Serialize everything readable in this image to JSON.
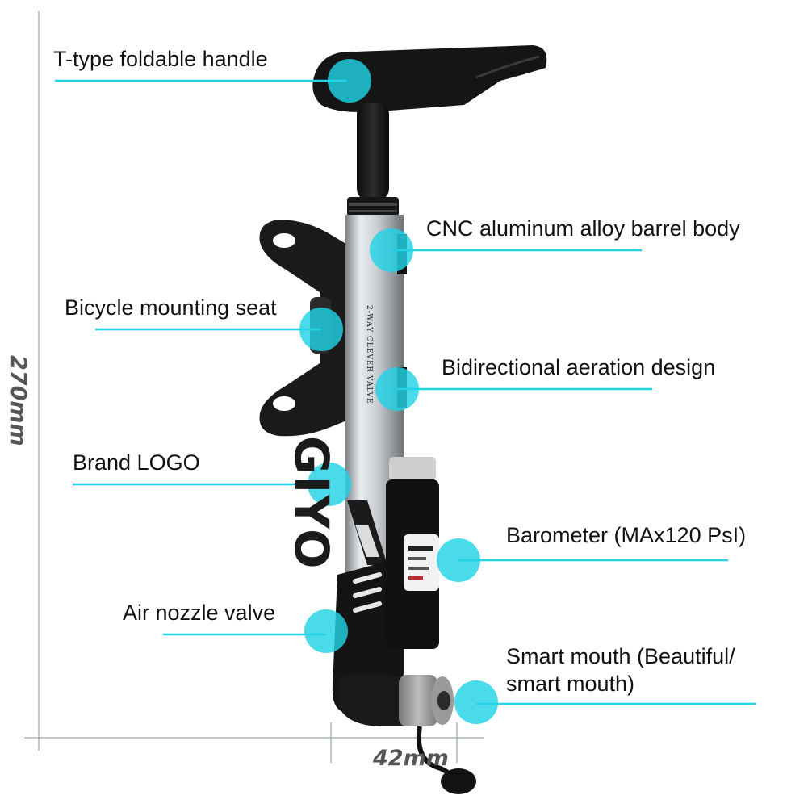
{
  "callouts": {
    "handle": "T-type foldable handle",
    "barrel": "CNC aluminum alloy barrel body",
    "mount": "Bicycle mounting seat",
    "aeration": "Bidirectional aeration design",
    "logo": "Brand LOGO",
    "barometer": "Barometer (MAx120 PsI)",
    "nozzle": "Air nozzle valve",
    "mouth_line1": "Smart mouth (Beautiful/",
    "mouth_line2": "smart mouth)"
  },
  "dimensions": {
    "height": "270mm",
    "width": "42mm"
  },
  "product": {
    "brand": "GIYO",
    "tagline": "2-WAY CLEVER VALVE"
  },
  "colors": {
    "accent": "#22d3e6",
    "guide": "#9aa4ad"
  }
}
